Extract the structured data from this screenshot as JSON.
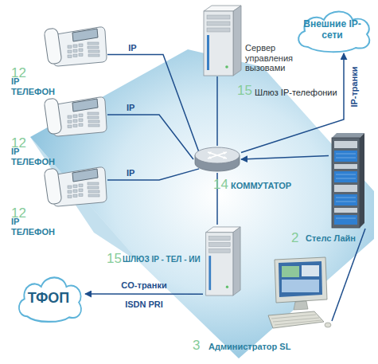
{
  "diagram": {
    "nodes": [
      {
        "text": [
          "12",
          "IP ТЕЛЕФОН"
        ]
      },
      {
        "text": [
          "12",
          "IP ТЕЛЕФОН"
        ]
      },
      {
        "text": [
          "12",
          "IP ТЕЛЕФОН"
        ]
      },
      {
        "text": [
          "Сервер управления вызовами",
          "15",
          "Шлюз IP-телефонии"
        ]
      },
      {
        "text": [
          "Внешние IP-сети"
        ]
      },
      {
        "text": [
          "14",
          "КОММУТАТОР"
        ]
      },
      {
        "text": [
          "2",
          "Стелс Лайн"
        ]
      },
      {
        "text": [
          "15",
          "ШЛЮЗ IP - ТЕЛ - ИИ"
        ]
      },
      {
        "text": [
          "ТФОП"
        ]
      },
      {
        "text": [
          "3",
          "Администратор SL"
        ]
      }
    ],
    "edges": [
      {
        "from": 0,
        "to": 5,
        "label": "IP",
        "arrow": "none"
      },
      {
        "from": 1,
        "to": 5,
        "label": "IP",
        "arrow": "none"
      },
      {
        "from": 2,
        "to": 5,
        "label": "IP",
        "arrow": "none"
      },
      {
        "from": 3,
        "to": 5,
        "arrow": "none"
      },
      {
        "from": 5,
        "to": 4,
        "label": "IP-транки",
        "arrow": "to"
      },
      {
        "from": 6,
        "to": 5,
        "arrow": "to"
      },
      {
        "from": 5,
        "to": 7,
        "arrow": "none"
      },
      {
        "from": 7,
        "to": 8,
        "label": "CO-транки",
        "arrow": "to"
      },
      {
        "from": 9,
        "to": 6,
        "arrow": "none"
      }
    ],
    "labels": [
      "ISDN PRI"
    ]
  }
}
